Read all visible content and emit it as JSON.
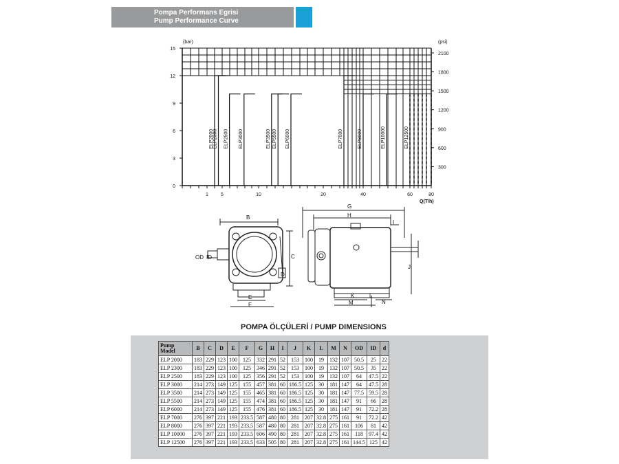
{
  "header": {
    "title_tr": "Pompa Performans Egrisi",
    "title_en": "Pump Performance Curve",
    "accent_color": "#1aa0d8",
    "bar_color": "#999a9c"
  },
  "chart_data": {
    "type": "line",
    "left_axis_unit": "(bar)",
    "right_axis_unit": "(psi)",
    "x_axis_unit": "Q(T/h)",
    "left_ticks": [
      0,
      3,
      6,
      9,
      12,
      15
    ],
    "right_ticks": [
      300,
      600,
      900,
      1200,
      1500,
      1800,
      2100
    ],
    "x_tick_labels": [
      "1",
      "5",
      "10",
      "20",
      "40",
      "60",
      "80"
    ],
    "x_tick_values": [
      1,
      5,
      10,
      20,
      40,
      60,
      80
    ],
    "ylim": [
      0,
      15
    ],
    "pumps": [
      {
        "name": "ELP2000",
        "flow": 3,
        "pressure": 12
      },
      {
        "name": "ELP2300",
        "flow": 4,
        "pressure": 12
      },
      {
        "name": "ELP2500",
        "flow": 6,
        "pressure": 10
      },
      {
        "name": "ELP3000",
        "flow": 8,
        "pressure": 10
      },
      {
        "name": "ELP3500",
        "flow": 12,
        "pressure": 10
      },
      {
        "name": "ELP5500",
        "flow": 13,
        "pressure": 10
      },
      {
        "name": "ELP6000",
        "flow": 15,
        "pressure": 10
      },
      {
        "name": "ELP7000",
        "flow": 30,
        "pressure": 12
      },
      {
        "name": "ELP8000",
        "flow": 40,
        "pressure": 10
      },
      {
        "name": "ELP10000",
        "flow": 50,
        "pressure": 10
      },
      {
        "name": "ELP12500",
        "flow": 60,
        "pressure": 10
      }
    ]
  },
  "drawing": {
    "front_labels": {
      "B": "B",
      "C": "C",
      "D": "D",
      "E": "E",
      "F": "F",
      "OD": "OD",
      "ID": "ID"
    },
    "side_labels": {
      "G": "G",
      "H": "H",
      "I": "I",
      "J": "J",
      "K": "K",
      "L": "L",
      "M": "M",
      "N": "N"
    }
  },
  "dims": {
    "title": "POMPA ÖLÇÜLERİ / PUMP DIMENSIONS",
    "model_header_1": "Pump",
    "model_header_2": "Model",
    "columns": [
      "B",
      "C",
      "D",
      "E",
      "F",
      "G",
      "H",
      "I",
      "J",
      "K",
      "L",
      "M",
      "N",
      "OD",
      "ID",
      "d"
    ],
    "rows": [
      {
        "model": "ELP 2000",
        "values": [
          "183",
          "229",
          "123",
          "100",
          "125",
          "332",
          "291",
          "52",
          "153",
          "100",
          "19",
          "132",
          "107",
          "50.5",
          "25",
          "22"
        ]
      },
      {
        "model": "ELP 2300",
        "values": [
          "183",
          "229",
          "123",
          "100",
          "125",
          "346",
          "291",
          "52",
          "153",
          "100",
          "19",
          "132",
          "107",
          "50.5",
          "35",
          "22"
        ]
      },
      {
        "model": "ELP 2500",
        "values": [
          "183",
          "229",
          "123",
          "100",
          "125",
          "356",
          "291",
          "52",
          "153",
          "100",
          "19",
          "132",
          "107",
          "64",
          "47.5",
          "22"
        ]
      },
      {
        "model": "ELP 3000",
        "values": [
          "214",
          "273",
          "149",
          "125",
          "155",
          "457",
          "381",
          "60",
          "186.5",
          "125",
          "30",
          "181",
          "147",
          "64",
          "47.5",
          "28"
        ]
      },
      {
        "model": "ELP 3500",
        "values": [
          "214",
          "273",
          "149",
          "125",
          "155",
          "465",
          "381",
          "60",
          "186.5",
          "125",
          "30",
          "181",
          "147",
          "77.5",
          "59.5",
          "28"
        ]
      },
      {
        "model": "ELP 5500",
        "values": [
          "214",
          "273",
          "149",
          "125",
          "155",
          "474",
          "381",
          "60",
          "186.5",
          "125",
          "30",
          "181",
          "147",
          "91",
          "66",
          "28"
        ]
      },
      {
        "model": "ELP 6000",
        "values": [
          "214",
          "273",
          "149",
          "125",
          "155",
          "476",
          "381",
          "60",
          "186.5",
          "125",
          "30",
          "181",
          "147",
          "91",
          "72.2",
          "28"
        ]
      },
      {
        "model": "ELP 7000",
        "values": [
          "276",
          "397",
          "221",
          "193",
          "233.5",
          "587",
          "480",
          "80",
          "281",
          "207",
          "32.8",
          "275",
          "161",
          "91",
          "72.2",
          "42"
        ]
      },
      {
        "model": "ELP 8000",
        "values": [
          "276",
          "397",
          "221",
          "193",
          "233.5",
          "587",
          "480",
          "80",
          "281",
          "207",
          "32.8",
          "275",
          "161",
          "106",
          "81",
          "42"
        ]
      },
      {
        "model": "ELP 10000",
        "values": [
          "276",
          "397",
          "221",
          "193",
          "233.5",
          "606",
          "490",
          "80",
          "281",
          "207",
          "32.8",
          "275",
          "161",
          "118",
          "97.4",
          "42"
        ]
      },
      {
        "model": "ELP 12500",
        "values": [
          "276",
          "397",
          "221",
          "193",
          "233.5",
          "633",
          "505",
          "80",
          "281",
          "207",
          "32.8",
          "275",
          "161",
          "144.5",
          "125",
          "42"
        ]
      }
    ]
  }
}
